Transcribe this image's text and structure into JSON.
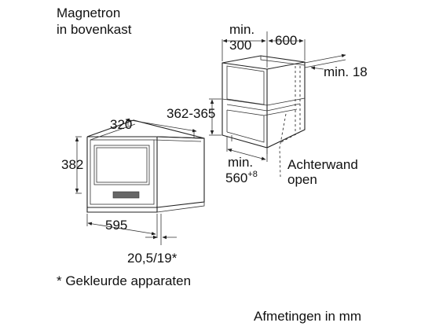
{
  "title_line1": "Magnetron",
  "title_line2": "in bovenkast",
  "dims": {
    "depth": "320",
    "height": "382",
    "width": "595",
    "front_offset": "20,5/19*",
    "min_label": "min.",
    "niche_depth": "300",
    "cabinet_depth": "600",
    "min_18": "min. 18",
    "niche_height": "362-365",
    "niche_width_base": "560",
    "niche_width_sup": "+8"
  },
  "rear_wall_line1": "Achterwand",
  "rear_wall_line2": "open",
  "footnote": "* Gekleurde apparaten",
  "units": "Afmetingen in mm"
}
